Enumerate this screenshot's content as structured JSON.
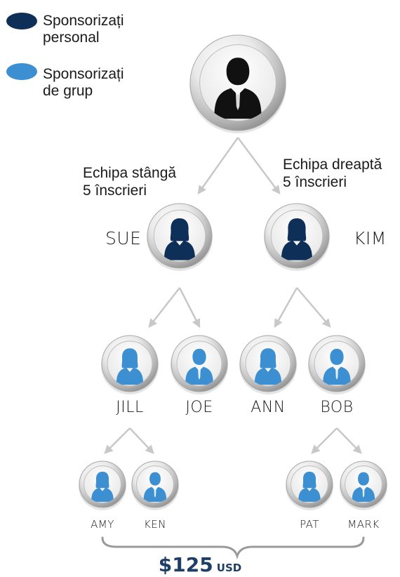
{
  "legend": {
    "personal": {
      "label": "Sponsorizați\npersonal",
      "color": "#0e2f57"
    },
    "group": {
      "label": "Sponsorizați\nde grup",
      "color": "#3c8fd0"
    }
  },
  "teams": {
    "left": "Echipa stângă\n5 înscrieri",
    "right": "Echipa dreaptă\n5 înscrieri"
  },
  "tree": {
    "root": {
      "icon": "man-silhouette-icon",
      "color": "#111111"
    },
    "personal": [
      {
        "name": "SUE",
        "icon": "woman-silhouette-icon"
      },
      {
        "name": "KIM",
        "icon": "woman-silhouette-icon"
      }
    ],
    "level2": [
      {
        "name": "JILL",
        "icon": "woman-silhouette-icon"
      },
      {
        "name": "JOE",
        "icon": "man-silhouette-icon"
      },
      {
        "name": "ANN",
        "icon": "woman-silhouette-icon"
      },
      {
        "name": "BOB",
        "icon": "man-silhouette-icon"
      }
    ],
    "level3": [
      {
        "name": "AMY",
        "icon": "woman-silhouette-icon"
      },
      {
        "name": "KEN",
        "icon": "man-silhouette-icon"
      },
      {
        "name": "PAT",
        "icon": "woman-silhouette-icon"
      },
      {
        "name": "MARK",
        "icon": "man-silhouette-icon"
      }
    ]
  },
  "total": {
    "amount": "$125",
    "currency": "USD"
  },
  "colors": {
    "arrow": "#c8c8c8",
    "brace": "#9a9a9a",
    "ring": "#b9b9b9"
  }
}
